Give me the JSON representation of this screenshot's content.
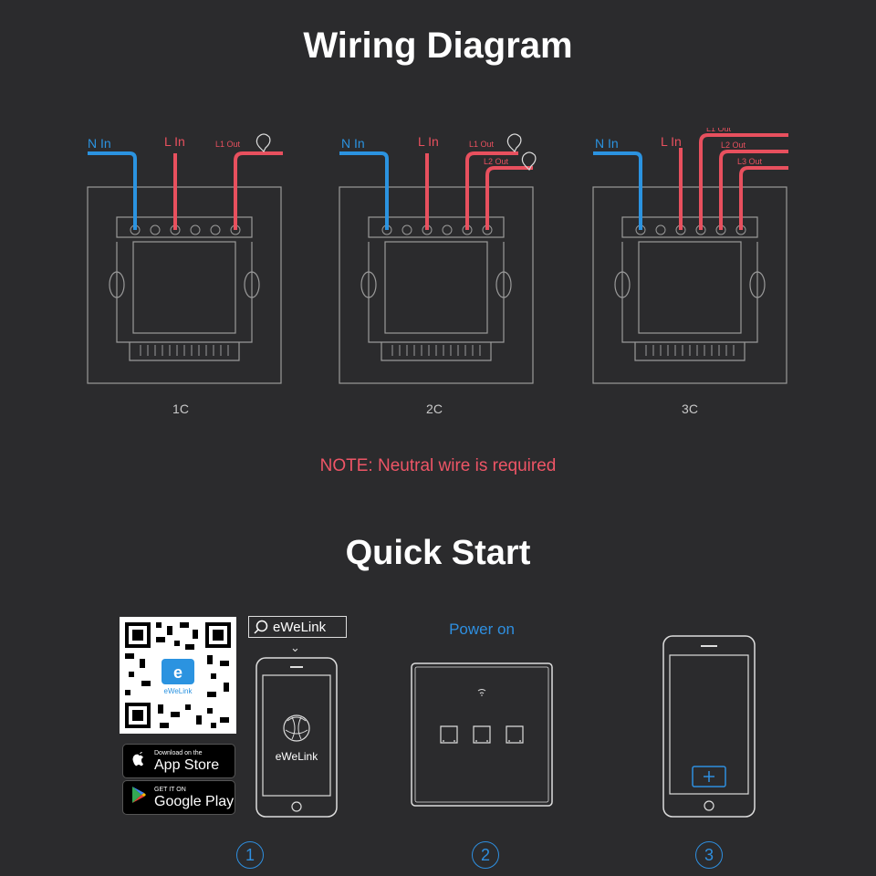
{
  "wiring": {
    "title": "Wiring Diagram",
    "labels": {
      "n_in": "N In",
      "l_in": "L In",
      "l1_out": "L1 Out",
      "l2_out": "L2 Out",
      "l3_out": "L3 Out"
    },
    "captions": [
      "1C",
      "2C",
      "3C"
    ],
    "note": "NOTE: Neutral wire is required",
    "colors": {
      "neutral": "#2b93e0",
      "live": "#e8505e",
      "outline": "#9a9a9a"
    }
  },
  "quick_start": {
    "title": "Quick Start",
    "qr_badge": "eWeLink",
    "app_store": {
      "small": "Download on the",
      "big": "App Store"
    },
    "google_play": {
      "small": "GET IT ON",
      "big": "Google Play"
    },
    "search_text": "eWeLink",
    "app_label": "eWeLink",
    "power_on": "Power on",
    "steps": [
      "1",
      "2",
      "3"
    ],
    "accent": "#2e8fe0"
  }
}
